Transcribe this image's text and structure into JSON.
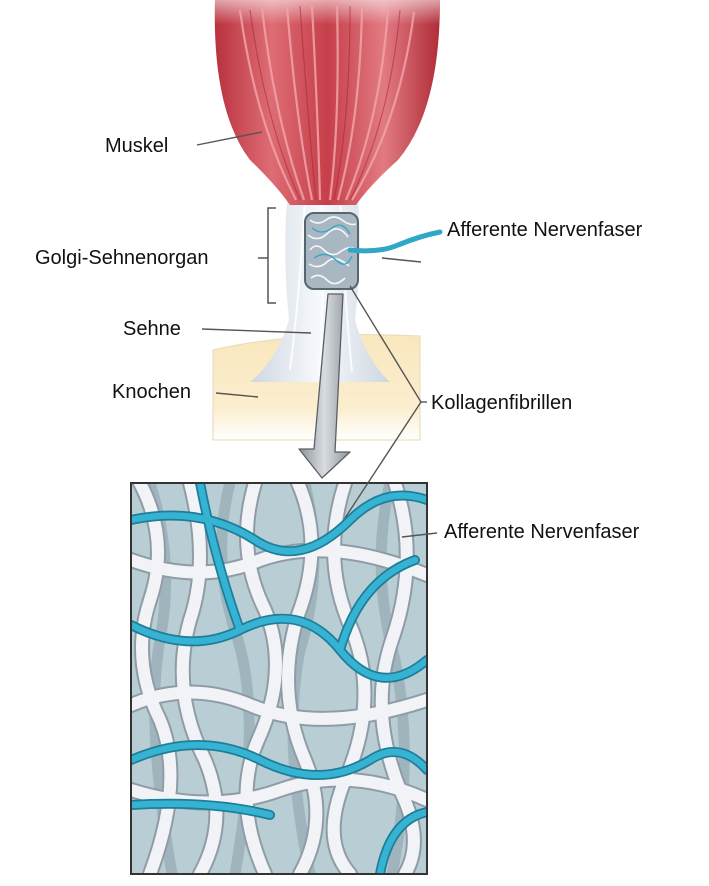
{
  "labels": {
    "muscle": "Muskel",
    "golgi_tendon_organ": "Golgi-Sehnenorgan",
    "afferent_nerve_top": "Afferente Nervenfaser",
    "tendon": "Sehne",
    "bone": "Knochen",
    "collagen_fibrils": "Kollagenfibrillen",
    "afferent_nerve_bottom": "Afferente Nervenfaser"
  },
  "colors": {
    "muscle": "#c9454f",
    "tendon": "#e6ebf1",
    "bone": "#f7e4b6",
    "nerve": "#2fa7c8",
    "fibril": "#f2f3f6",
    "inset_background": "#b9cdd4"
  }
}
